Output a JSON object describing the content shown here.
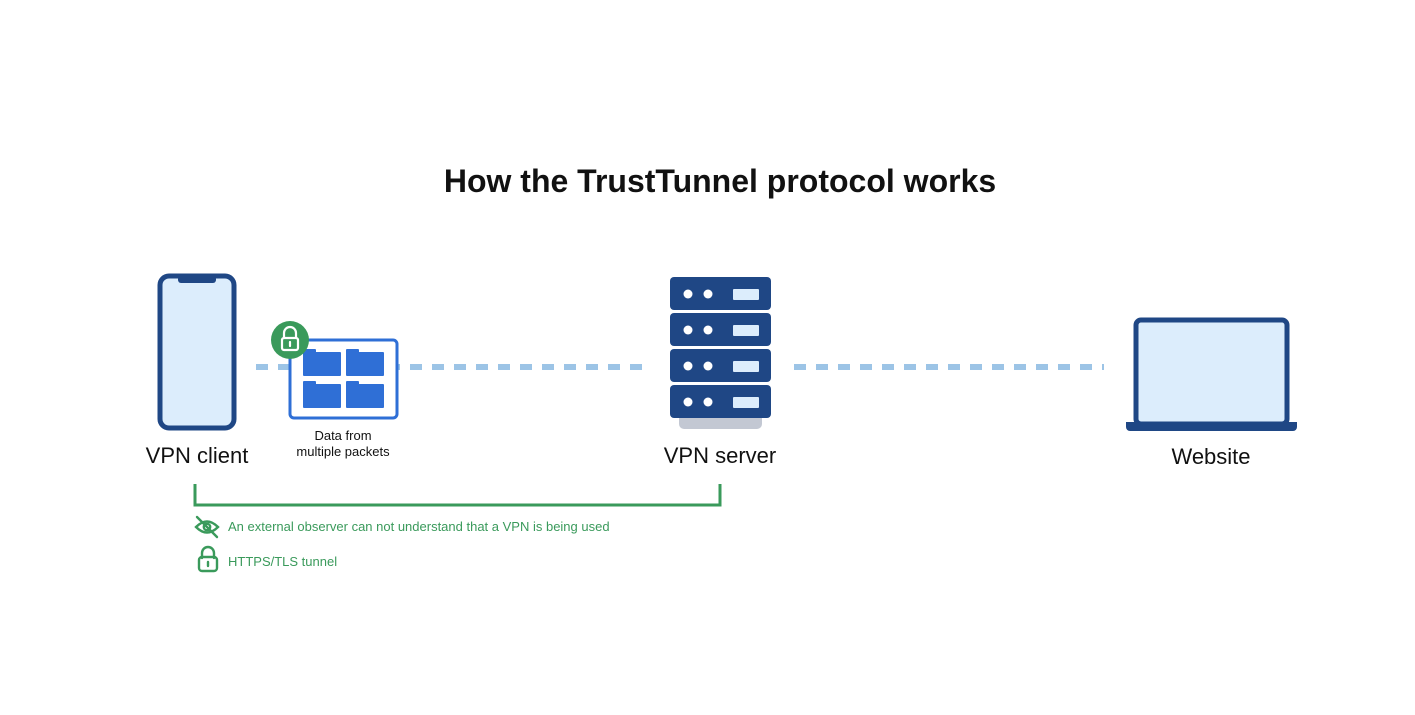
{
  "title": "How the TrustTunnel protocol works",
  "nodes": {
    "client": {
      "label": "VPN client",
      "icon": "smartphone-icon"
    },
    "server": {
      "label": "VPN server",
      "icon": "server-rack-icon"
    },
    "website": {
      "label": "Website",
      "icon": "laptop-icon"
    }
  },
  "packet": {
    "label_line1": "Data from",
    "label_line2": "multiple packets",
    "icon": "locked-folder-icon"
  },
  "legend": [
    {
      "icon": "eye-off-icon",
      "text": "An external observer can not understand that a VPN is being used"
    },
    {
      "icon": "lock-icon",
      "text": "HTTPS/TLS tunnel"
    }
  ],
  "colors": {
    "device_dark": "#1f4785",
    "device_fill": "#dcedfc",
    "folder_blue": "#2f6fd6",
    "dash_blue": "#9cc4e6",
    "green": "#3a9a5b",
    "server_base": "#c3c8d3"
  }
}
